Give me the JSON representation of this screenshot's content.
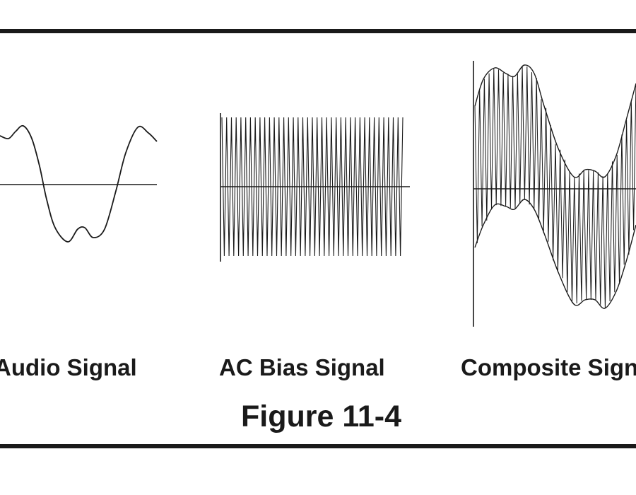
{
  "figure": {
    "title": "Figure 11-4",
    "panels": [
      {
        "id": "audio",
        "caption": "Audio Signal",
        "waveform": "low-frequency audio tone"
      },
      {
        "id": "bias",
        "caption": "AC Bias Signal",
        "waveform": "constant-amplitude high-frequency carrier"
      },
      {
        "id": "composite",
        "caption": "Composite Signal",
        "waveform": "bias carrier amplitude-modulated by audio"
      }
    ]
  },
  "colors": {
    "ink": "#1a1a1a",
    "background": "#ffffff"
  }
}
